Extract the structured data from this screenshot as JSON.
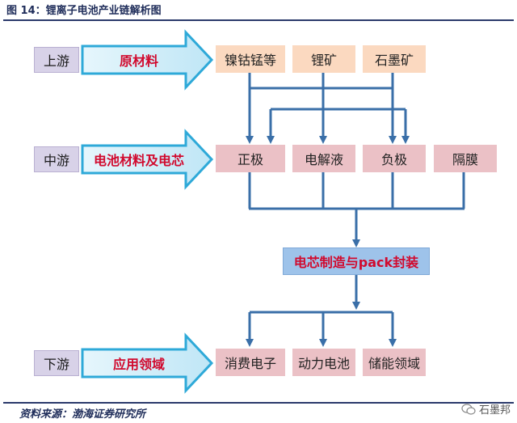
{
  "figure": {
    "title": "图 14：锂离子电池产业链解析图",
    "source": "资料来源：渤海证券研究所",
    "watermark": "石墨邦"
  },
  "stages": [
    {
      "label": "上游",
      "arrow_label": "原材料",
      "boxes": [
        "镍钴锰等",
        "锂矿",
        "石墨矿"
      ]
    },
    {
      "label": "中游",
      "arrow_label": "电池材料及电芯",
      "boxes": [
        "正极",
        "电解液",
        "负极",
        "隔膜"
      ]
    },
    {
      "label": "下游",
      "arrow_label": "应用领域",
      "boxes": [
        "消费电子",
        "动力电池",
        "储能领域"
      ]
    }
  ],
  "manufacturing": {
    "label": "电芯制造与pack封装"
  },
  "colors": {
    "stage_bg": "#d8d2e8",
    "arrow_fill": "#2ea9d8",
    "arrow_inner": "#d7f0fa",
    "arrow_text": "#d10a2e",
    "raw_box": "#fbd9c0",
    "material_box": "#ebc1c6",
    "mfg_box": "#9ec3ea",
    "connector": "#3a6fa8"
  }
}
